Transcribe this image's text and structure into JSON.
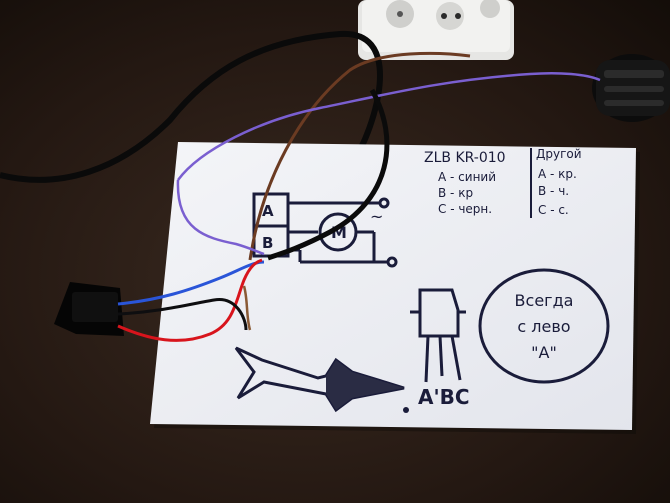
{
  "scene": {
    "colors": {
      "table": "#2a1d16",
      "paper": "#eef0f4",
      "ink": "#1a1c3a",
      "wire_blue": "#2a55d8",
      "wire_red": "#d8141c",
      "wire_black": "#0e0e10",
      "wire_brown": "#6b3b22",
      "wire_purple": "#7a5fd0"
    },
    "icons": [
      "power-strip",
      "lamp-socket",
      "relay-module",
      "motor-symbol",
      "transistor-symbol",
      "arrow"
    ]
  },
  "note": {
    "model": "ZLB KR-010",
    "left_column": [
      "A - синий",
      "B - кр",
      "C - черн."
    ],
    "right_header": "Другой",
    "right_column": [
      "A - кр.",
      "B - ч.",
      "C - с."
    ]
  },
  "diagram": {
    "terminal_a": "A",
    "terminal_b": "B",
    "motor_label": "M",
    "ac_symbol": "~"
  },
  "transistor": {
    "pins": "A'BC"
  },
  "circle_note": {
    "line1": "Всегда",
    "line2": "с лево",
    "line3": "\"A\""
  }
}
